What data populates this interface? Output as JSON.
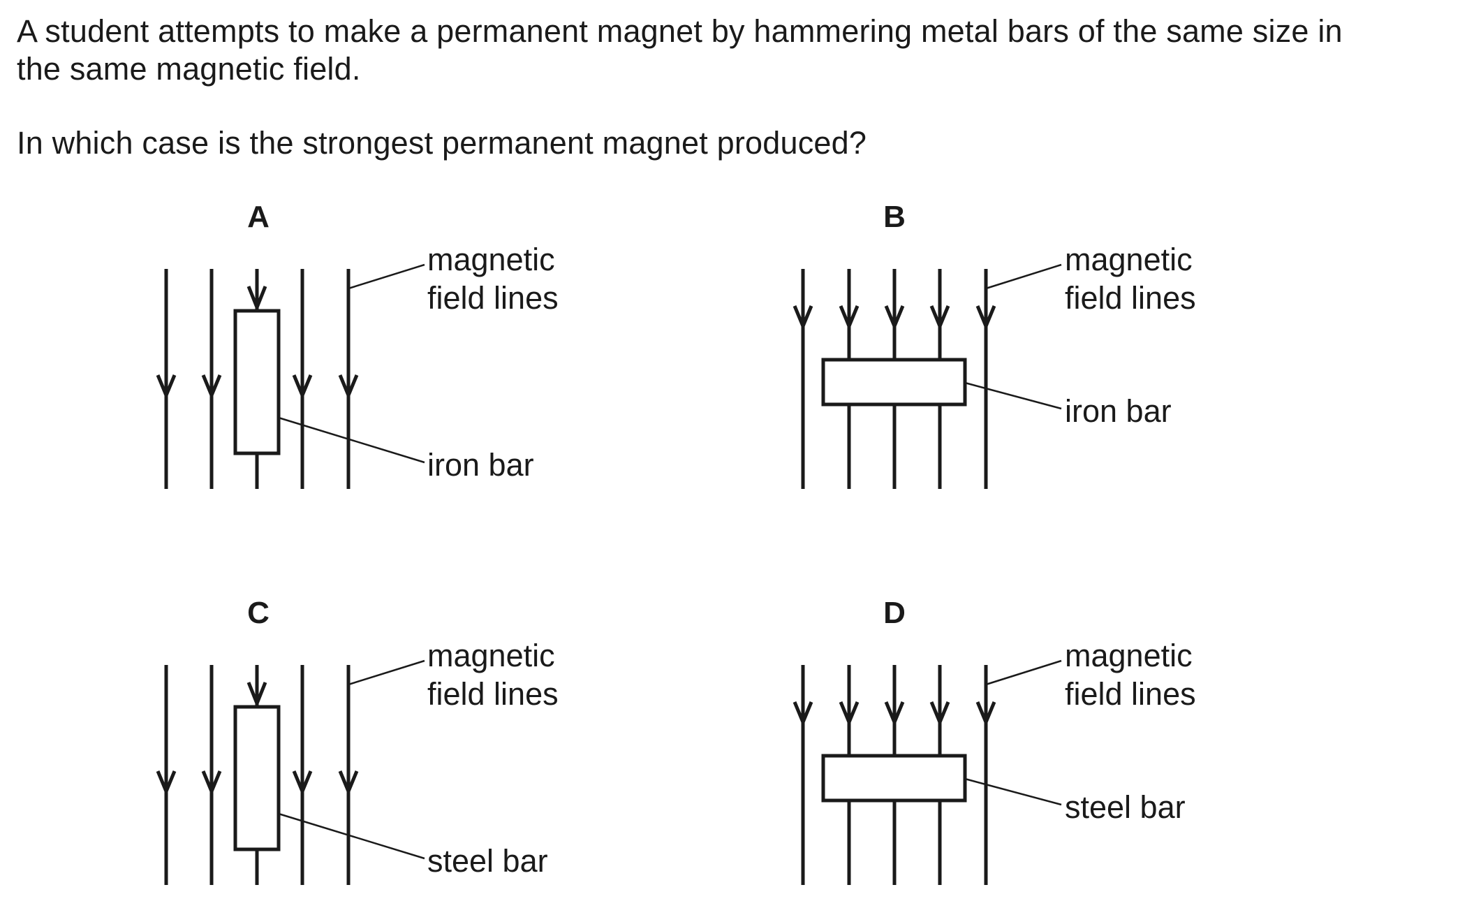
{
  "question": {
    "line1": "A student attempts to make a permanent magnet by hammering metal bars of the same size in",
    "line2": "the same magnetic field.",
    "prompt": "In which case is the strongest permanent magnet produced?"
  },
  "panels": [
    {
      "letter": "A",
      "field_label_line1": "magnetic",
      "field_label_line2": "field lines",
      "bar_label": "iron bar",
      "bar_orientation": "vertical"
    },
    {
      "letter": "B",
      "field_label_line1": "magnetic",
      "field_label_line2": "field lines",
      "bar_label": "iron bar",
      "bar_orientation": "horizontal"
    },
    {
      "letter": "C",
      "field_label_line1": "magnetic",
      "field_label_line2": "field lines",
      "bar_label": "steel bar",
      "bar_orientation": "vertical"
    },
    {
      "letter": "D",
      "field_label_line1": "magnetic",
      "field_label_line2": "field lines",
      "bar_label": "steel bar",
      "bar_orientation": "horizontal"
    }
  ]
}
